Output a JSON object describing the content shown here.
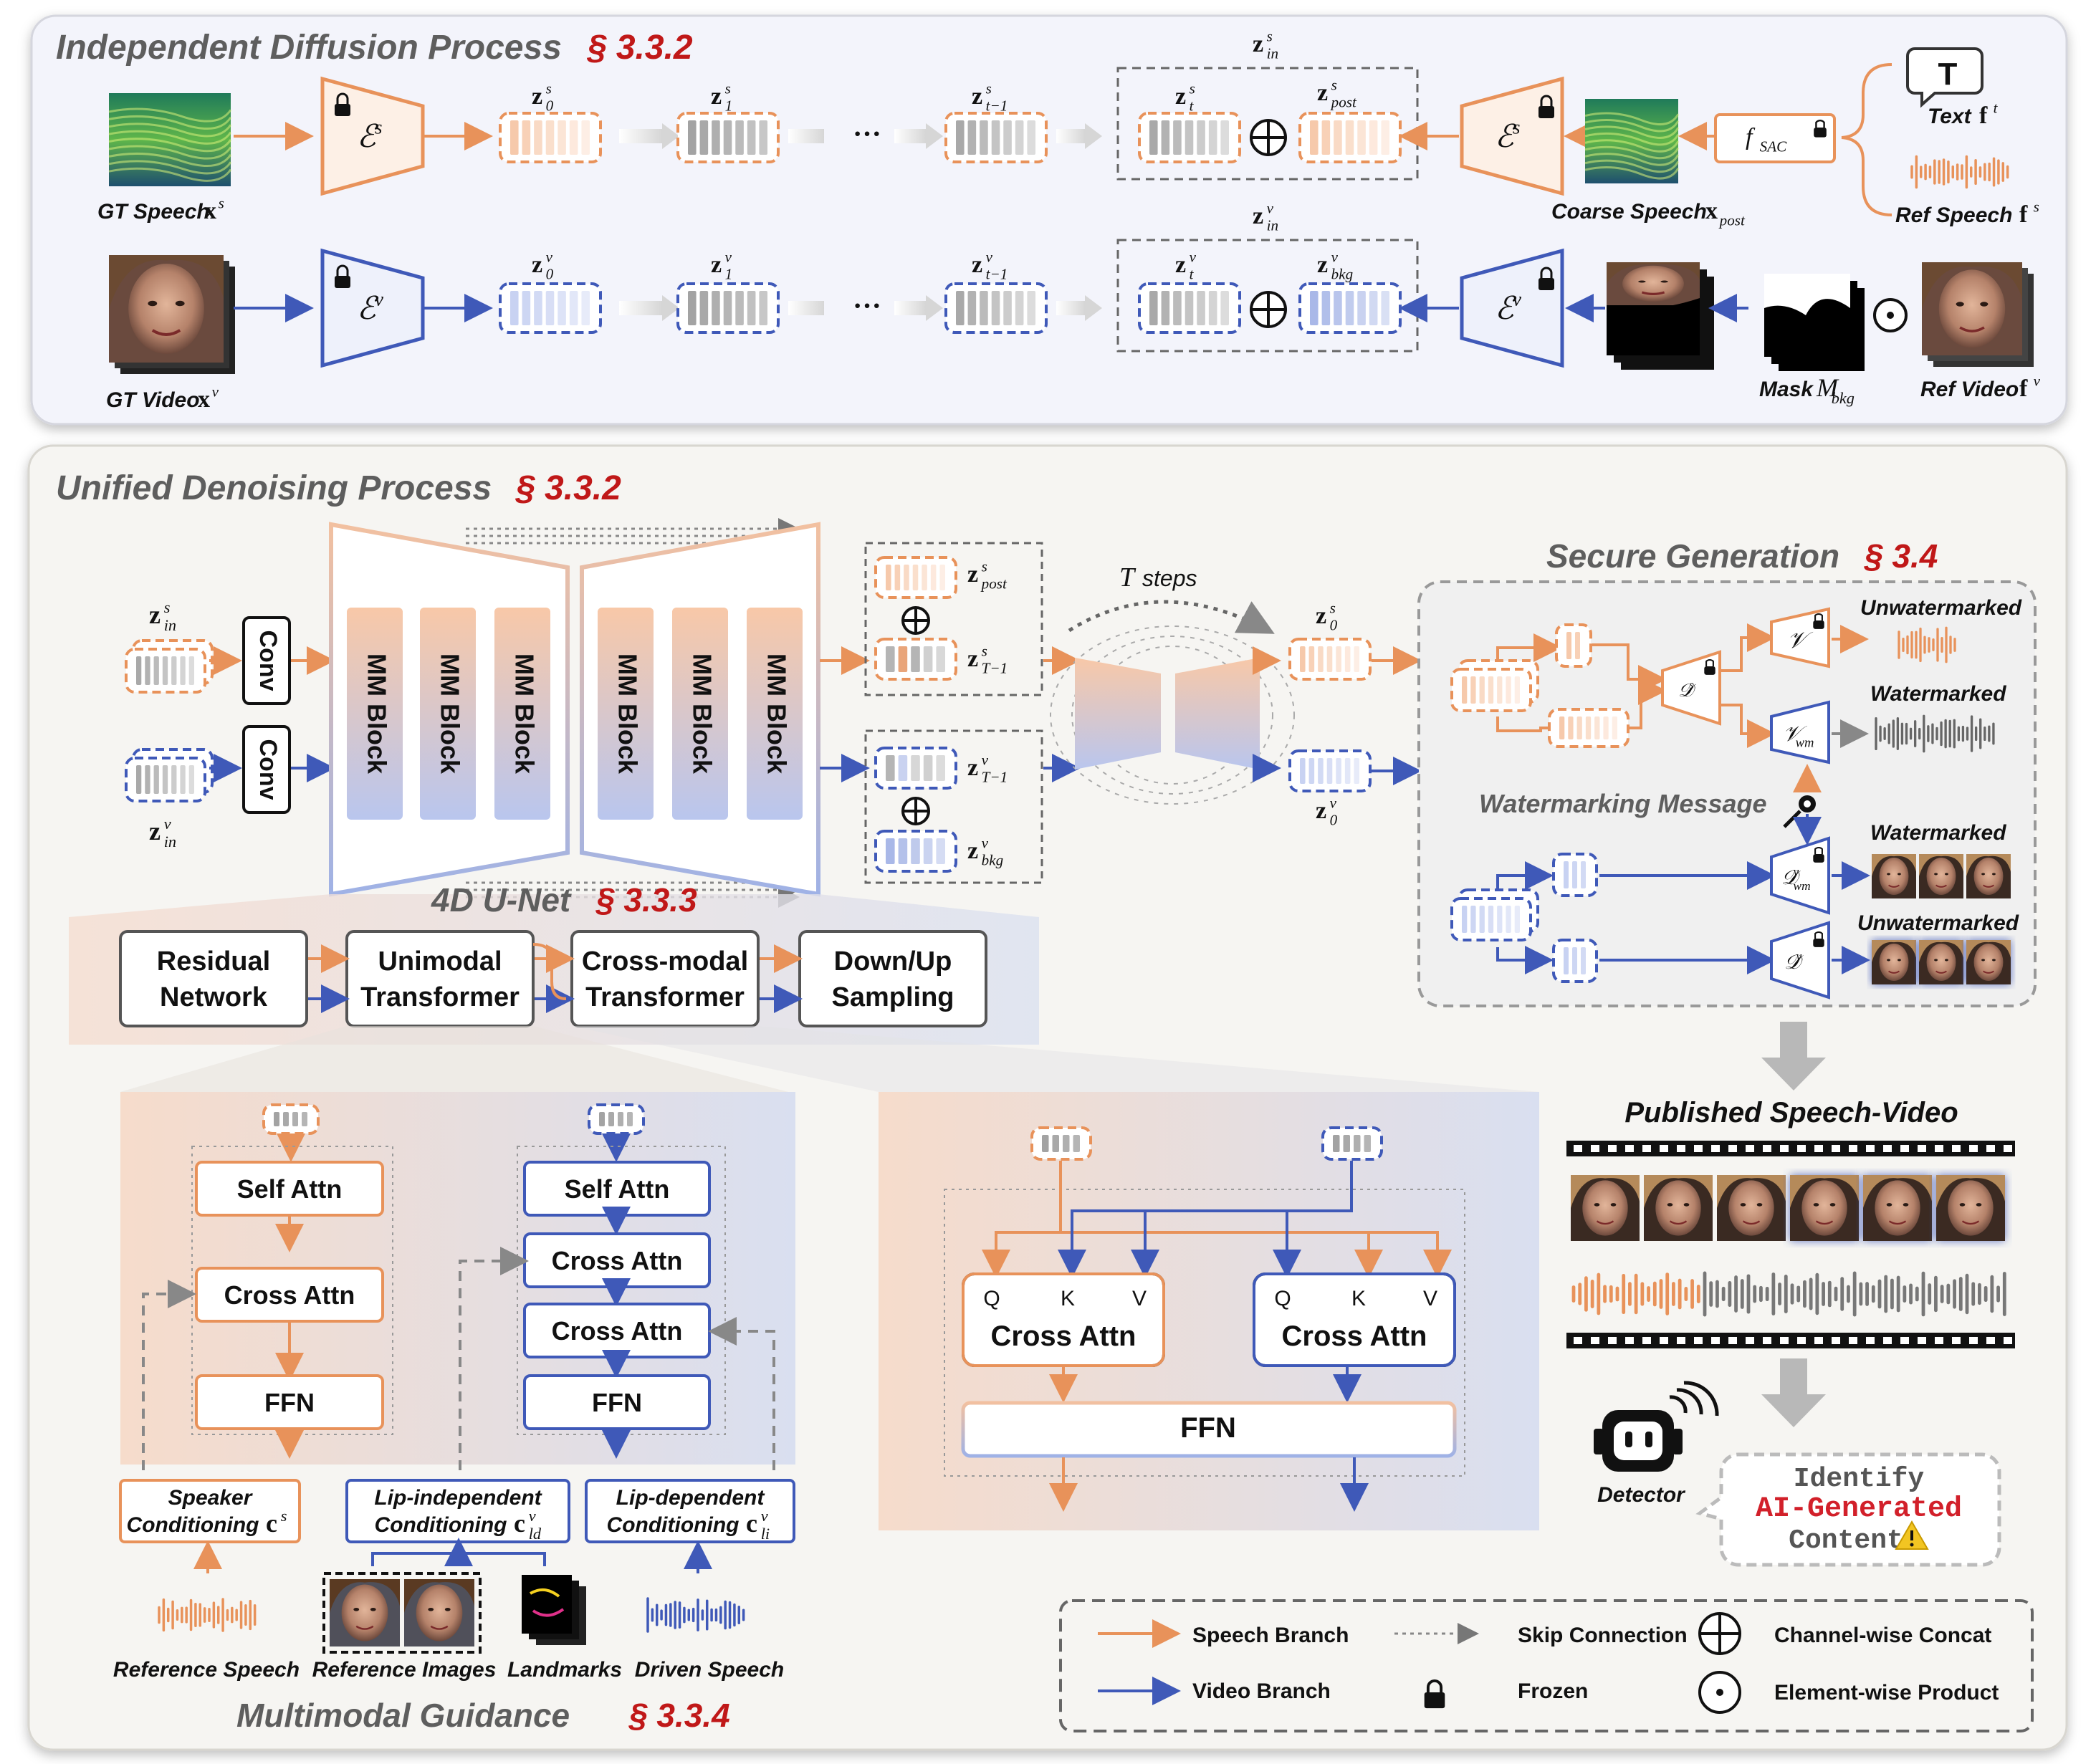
{
  "colors": {
    "speech": "#e8925a",
    "speech_fill": "#fbe3d2",
    "video": "#3f59b8",
    "video_fill": "#d9e1f6",
    "panel_top": "#f3f4fb",
    "panel_bottom": "#f6f5f2",
    "alert": "#d2202a"
  },
  "sections": {
    "independent": {
      "title": "Independent Diffusion Process",
      "ref": "§ 3.3.2"
    },
    "unified": {
      "title": "Unified Denoising Process",
      "ref": "§ 3.3.2"
    },
    "secure": {
      "title": "Secure Generation",
      "ref": "§ 3.4"
    },
    "unet": {
      "title": "4D U-Net",
      "ref": "§ 3.3.3"
    },
    "guidance": {
      "title": "Multimodal Guidance",
      "ref": "§ 3.3.4"
    }
  },
  "top": {
    "gt_speech": "GT Speech",
    "gt_speech_sym": "x",
    "gt_speech_sup": "s",
    "gt_video": "GT Video",
    "gt_video_sym": "x",
    "gt_video_sup": "v",
    "enc_s": "ℰ",
    "enc_s_sup": "s",
    "enc_v": "ℰ",
    "enc_v_sup": "v",
    "z0s": "z",
    "z0s_sup": "s",
    "z0s_sub": "0",
    "z1s": "z",
    "z1s_sup": "s",
    "z1s_sub": "1",
    "zts1": "z",
    "zts1_sup": "s",
    "zts1_sub": "t−1",
    "zins": "z",
    "zins_sup": "s",
    "zins_sub": "in",
    "zts": "z",
    "zts_sup": "s",
    "zts_sub": "t",
    "zposts": "z",
    "zposts_sup": "s",
    "zposts_sub": "post",
    "z0v": "z",
    "z0v_sup": "v",
    "z0v_sub": "0",
    "z1v": "z",
    "z1v_sup": "v",
    "z1v_sub": "1",
    "ztv1": "z",
    "ztv1_sup": "v",
    "ztv1_sub": "t−1",
    "zinv": "z",
    "zinv_sup": "v",
    "zinv_sub": "in",
    "ztv": "z",
    "ztv_sup": "v",
    "ztv_sub": "t",
    "zbkgv": "z",
    "zbkgv_sup": "v",
    "zbkgv_sub": "bkg",
    "dots": "···",
    "coarse_speech": "Coarse Speech",
    "coarse_sym": "x",
    "coarse_sub": "post",
    "fsac": "f",
    "fsac_sub": "SAC",
    "text_icon": "T",
    "text_label": "Text",
    "text_sym": "f",
    "text_sup": "t",
    "ref_speech": "Ref Speech",
    "ref_speech_sym": "f",
    "ref_speech_sup": "s",
    "mask_label": "Mask",
    "mask_sym": "M",
    "mask_sub": "bkg",
    "ref_video": "Ref Video",
    "ref_video_sym": "f",
    "ref_video_sup": "v"
  },
  "unified": {
    "zin_s": "z",
    "zin_s_sup": "s",
    "zin_s_sub": "in",
    "zin_v": "z",
    "zin_v_sup": "v",
    "zin_v_sub": "in",
    "conv": "Conv",
    "mm_block": "MM Block",
    "zpost": "z",
    "zpost_sup": "s",
    "zpost_sub": "post",
    "zT1s": "z",
    "zT1s_sup": "s",
    "zT1s_sub": "T−1",
    "zT1v": "z",
    "zT1v_sup": "v",
    "zT1v_sub": "T−1",
    "zbkg": "z",
    "zbkg_sup": "v",
    "zbkg_sub": "bkg",
    "t_steps_sym": "T",
    "t_steps": "steps",
    "z0s": "z",
    "z0s_sup": "s",
    "z0s_sub": "0",
    "z0v": "z",
    "z0v_sup": "v",
    "z0v_sub": "0"
  },
  "secure": {
    "unwatermarked": "Unwatermarked",
    "watermarked": "Watermarked",
    "message": "Watermarking Message",
    "dec_s": "𝒟",
    "dec_s_sup": "s",
    "v_dec": "𝒱",
    "v_wm": "𝒱",
    "v_wm_sub": "wm",
    "dec_wm": "𝒟",
    "dec_wm_sup": "v",
    "dec_wm_sub": "wm",
    "dec_v": "𝒟",
    "dec_v_sup": "v"
  },
  "unet_row": [
    [
      "Residual",
      "Network"
    ],
    [
      "Unimodal",
      "Transformer"
    ],
    [
      "Cross-modal",
      "Transformer"
    ],
    [
      "Down/Up",
      "Sampling"
    ]
  ],
  "unimodal": {
    "self_attn": "Self Attn",
    "cross_attn": "Cross Attn",
    "ffn": "FFN"
  },
  "crossmodal": {
    "q": "Q",
    "k": "K",
    "v": "V",
    "cross_attn": "Cross Attn",
    "ffn": "FFN"
  },
  "conditioning": {
    "speaker": "Speaker",
    "speaker2": "Conditioning",
    "speaker_sym": "c",
    "speaker_sup": "s",
    "lip_ind": "Lip-independent",
    "lip_ind2": "Conditioning",
    "lip_ind_sym": "c",
    "lip_ind_sup": "v",
    "lip_ind_sub": "ld",
    "lip_dep": "Lip-dependent",
    "lip_dep2": "Conditioning",
    "lip_dep_sym": "c",
    "lip_dep_sup": "v",
    "lip_dep_sub": "li",
    "ref_speech": "Reference Speech",
    "ref_images": "Reference Images",
    "landmarks": "Landmarks",
    "driven_speech": "Driven Speech"
  },
  "published": {
    "title": "Published Speech-Video",
    "detector": "Detector",
    "identify1": "Identify",
    "identify2": "AI-Generated",
    "identify3": "Content"
  },
  "legend": {
    "speech_branch": "Speech Branch",
    "video_branch": "Video Branch",
    "skip": "Skip Connection",
    "frozen": "Frozen",
    "concat": "Channel-wise Concat",
    "product": "Element-wise Product"
  }
}
